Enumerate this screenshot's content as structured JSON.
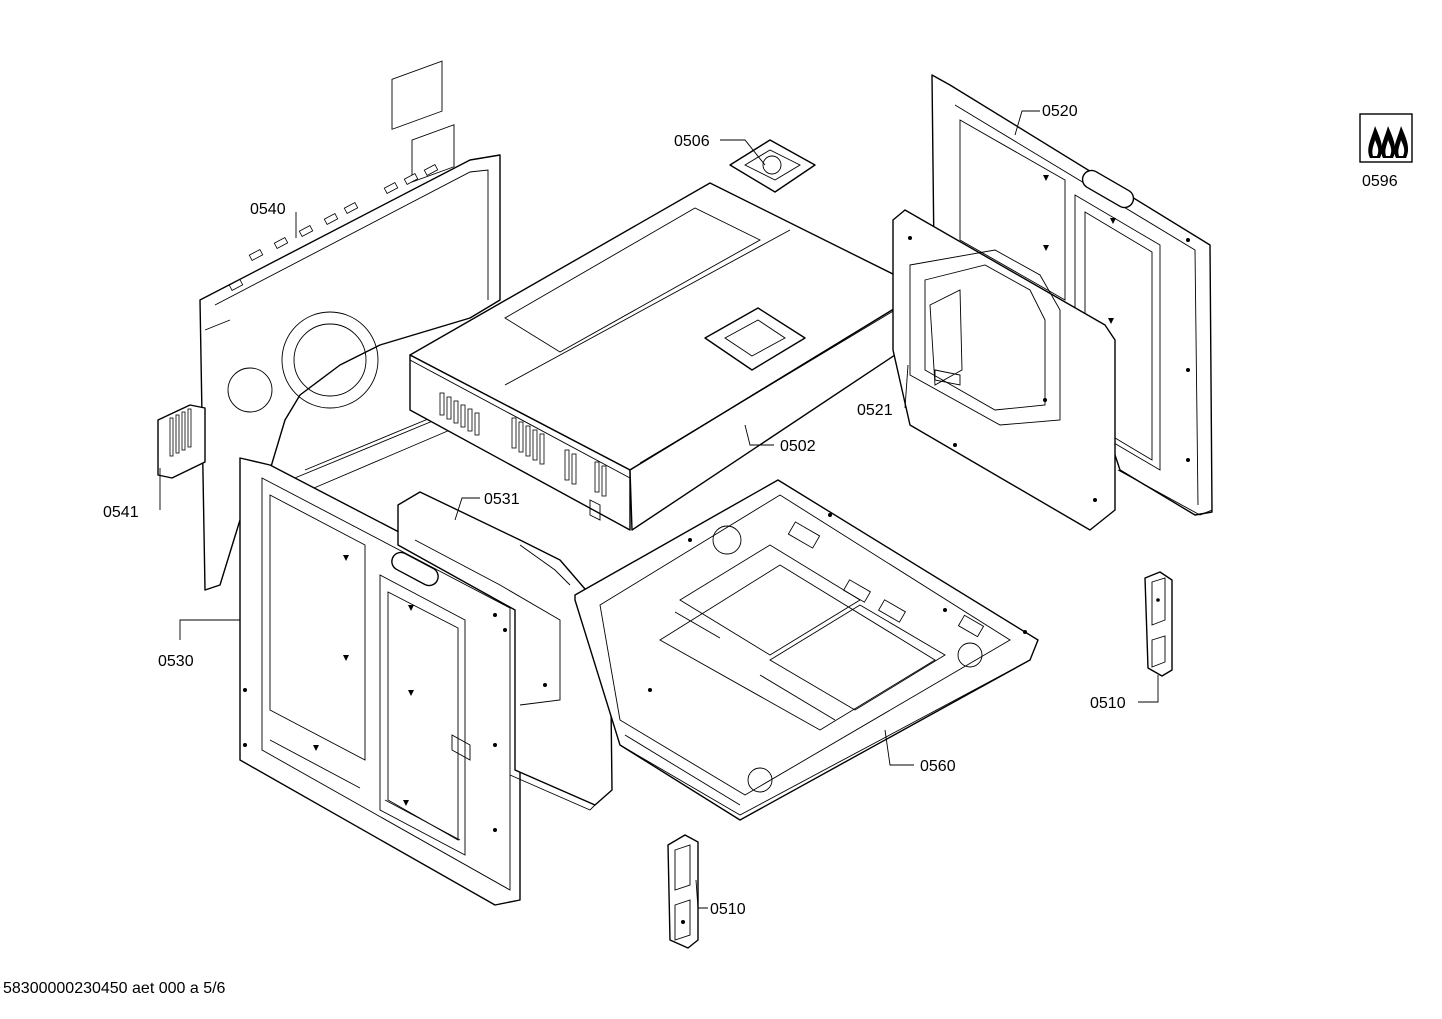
{
  "diagram": {
    "callouts": [
      {
        "id": "c0506",
        "label": "0506"
      },
      {
        "id": "c0520",
        "label": "0520"
      },
      {
        "id": "c0540",
        "label": "0540"
      },
      {
        "id": "c0596",
        "label": "0596"
      },
      {
        "id": "c0521",
        "label": "0521"
      },
      {
        "id": "c0502",
        "label": "0502"
      },
      {
        "id": "c0541",
        "label": "0541"
      },
      {
        "id": "c0531",
        "label": "0531"
      },
      {
        "id": "c0530",
        "label": "0530"
      },
      {
        "id": "c0510a",
        "label": "0510"
      },
      {
        "id": "c0560",
        "label": "0560"
      },
      {
        "id": "c0510b",
        "label": "0510"
      }
    ],
    "footer_text": "58300000230450 aet 000 a 5/6"
  }
}
